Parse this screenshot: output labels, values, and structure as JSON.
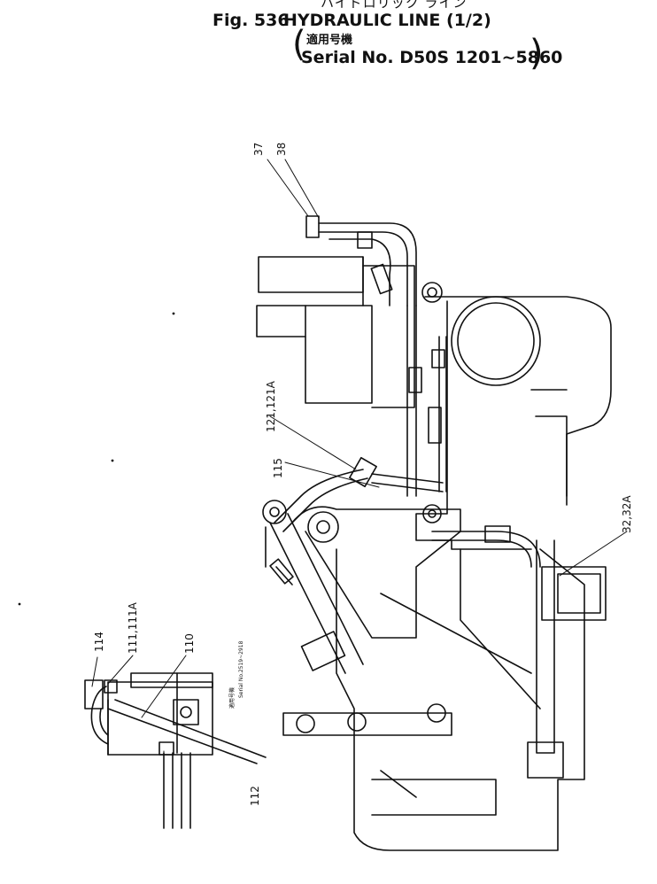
{
  "header": {
    "japanese_top": "ハイドロリック ライン",
    "fig_label": "Fig. 536",
    "title": "HYDRAULIC LINE (1/2)",
    "applicable_label": "適用号機",
    "serial": "Serial No. D50S 1201~5860"
  },
  "callouts": {
    "p37": "37",
    "p38": "38",
    "p121": "121,121A",
    "p115": "115",
    "p32": "32,32A",
    "p114": "114",
    "p111": "111,111A",
    "p110": "110",
    "p112": "112"
  },
  "inset": {
    "applicable_label": "適用号機",
    "serial": "Serial No.2519~2918"
  }
}
